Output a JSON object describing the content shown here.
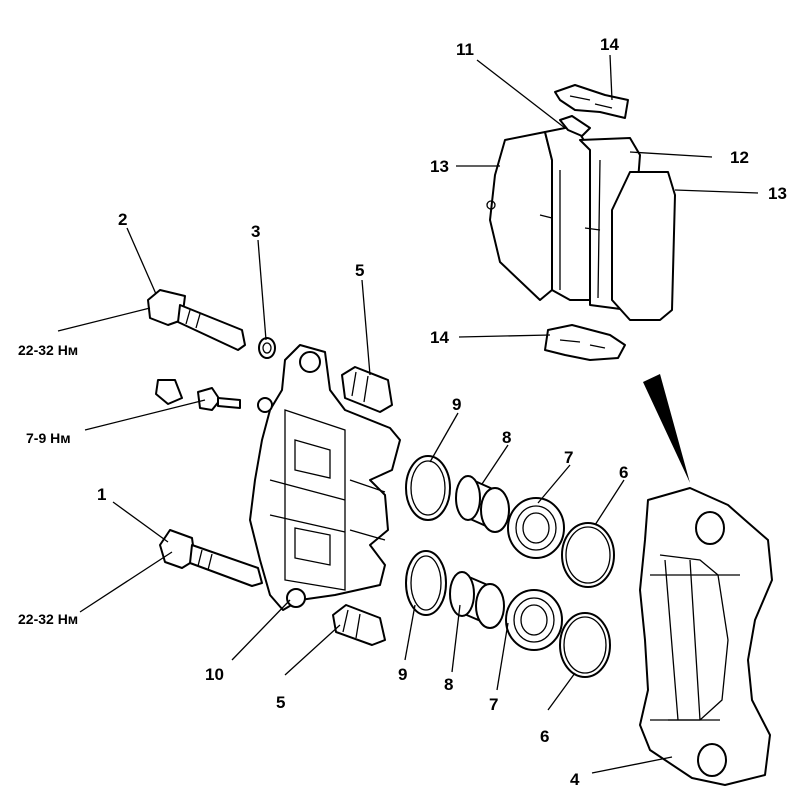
{
  "callouts": {
    "c1": "1",
    "c2": "2",
    "c3": "3",
    "c4": "4",
    "c5a": "5",
    "c5b": "5",
    "c6a": "6",
    "c6b": "6",
    "c7a": "7",
    "c7b": "7",
    "c8a": "8",
    "c8b": "8",
    "c9a": "9",
    "c9b": "9",
    "c10": "10",
    "c11": "11",
    "c12": "12",
    "c13a": "13",
    "c13b": "13",
    "c14a": "14",
    "c14b": "14"
  },
  "torques": {
    "t_upper_bolt": "22-32 Нм",
    "t_bleeder": "7-9 Нм",
    "t_lower_bolt": "22-32 Нм"
  }
}
